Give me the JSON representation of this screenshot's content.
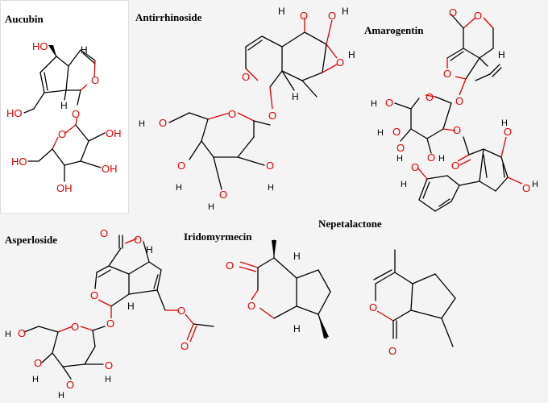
{
  "compounds": {
    "aucubin": {
      "name": "Aucubin"
    },
    "antirrhinoside": {
      "name": "Antirrhinoside"
    },
    "amarogentin": {
      "name": "Amarogentin"
    },
    "asperloside": {
      "name": "Asperloside"
    },
    "iridomyrmecin": {
      "name": "Iridomyrmecin"
    },
    "nepetalactone": {
      "name": "Nepetalactone"
    }
  },
  "atoms": {
    "oxygen": "O",
    "hydrogen": "H",
    "hydroxyl": "OH",
    "hydroxyl_left": "HO"
  },
  "colors": {
    "oxygen": "#e00000",
    "bond": "#000000",
    "panel_bg_left": "#ffffff",
    "panel_bg_right": "#f2f2f2"
  }
}
